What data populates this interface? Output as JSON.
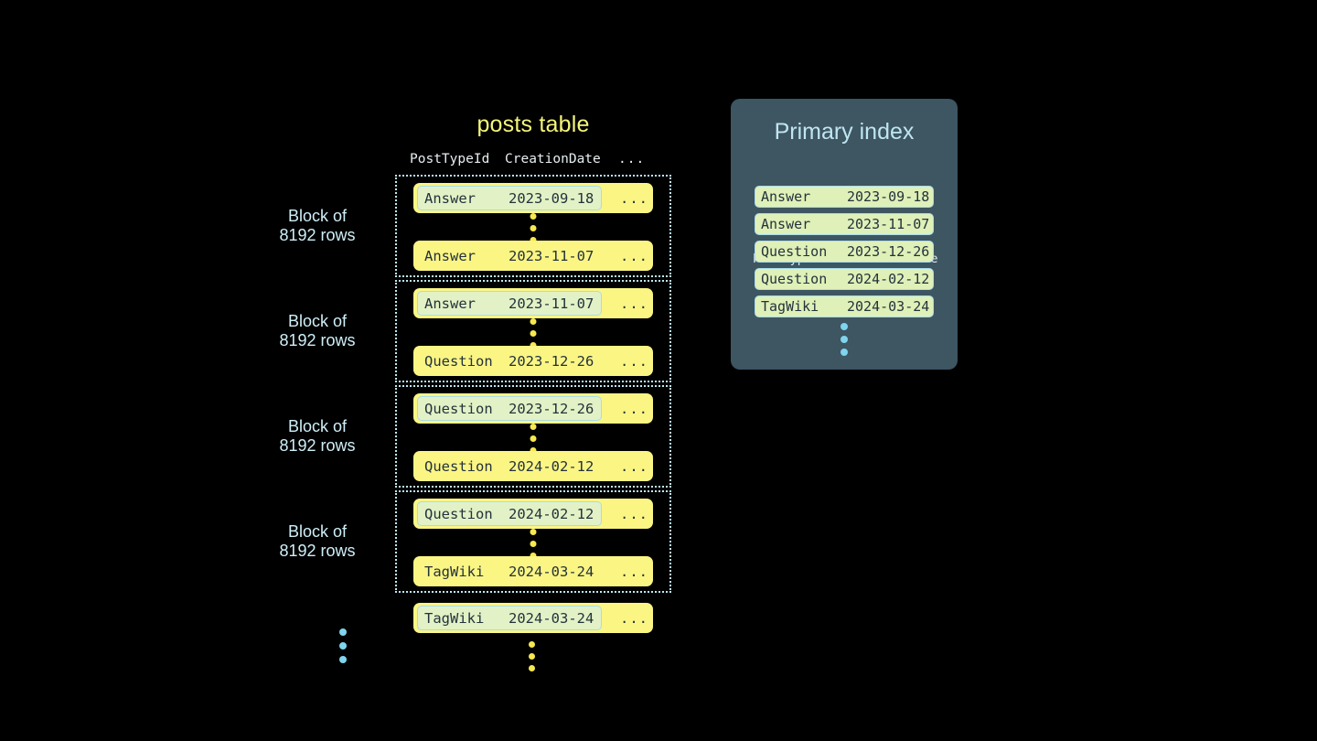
{
  "diagram": {
    "background_color": "#000000",
    "accent_yellow": "#fbf584",
    "accent_green": "#dff0b8",
    "accent_blue": "#7fd4ee",
    "panel_color": "#3e5562"
  },
  "posts_table": {
    "title": "posts table",
    "columns": [
      "PostTypeId",
      "CreationDate",
      "..."
    ],
    "ellipsis_cell": "...",
    "blocks": [
      {
        "label": "Block of\n8192 rows",
        "first_row": {
          "post_type_id": "Answer",
          "creation_date": "2023-09-18",
          "rest": "...",
          "indexed": true
        },
        "last_row": {
          "post_type_id": "Answer",
          "creation_date": "2023-11-07",
          "rest": "...",
          "indexed": false
        }
      },
      {
        "label": "Block of\n8192 rows",
        "first_row": {
          "post_type_id": "Answer",
          "creation_date": "2023-11-07",
          "rest": "...",
          "indexed": true
        },
        "last_row": {
          "post_type_id": "Question",
          "creation_date": "2023-12-26",
          "rest": "...",
          "indexed": false
        }
      },
      {
        "label": "Block of\n8192 rows",
        "first_row": {
          "post_type_id": "Question",
          "creation_date": "2023-12-26",
          "rest": "...",
          "indexed": true
        },
        "last_row": {
          "post_type_id": "Question",
          "creation_date": "2024-02-12",
          "rest": "...",
          "indexed": false
        }
      },
      {
        "label": "Block of\n8192 rows",
        "first_row": {
          "post_type_id": "Question",
          "creation_date": "2024-02-12",
          "rest": "...",
          "indexed": true
        },
        "last_row": {
          "post_type_id": "TagWiki",
          "creation_date": "2024-03-24",
          "rest": "...",
          "indexed": false
        }
      }
    ],
    "trailing_row": {
      "post_type_id": "TagWiki",
      "creation_date": "2024-03-24",
      "rest": "...",
      "indexed": true
    }
  },
  "primary_index": {
    "title": "Primary index",
    "columns": [
      "PostTypeId",
      "CreationDate"
    ],
    "rows": [
      {
        "post_type_id": "Answer",
        "creation_date": "2023-09-18"
      },
      {
        "post_type_id": "Answer",
        "creation_date": "2023-11-07"
      },
      {
        "post_type_id": "Question",
        "creation_date": "2023-12-26"
      },
      {
        "post_type_id": "Question",
        "creation_date": "2024-02-12"
      },
      {
        "post_type_id": "TagWiki",
        "creation_date": "2024-03-24"
      }
    ]
  }
}
